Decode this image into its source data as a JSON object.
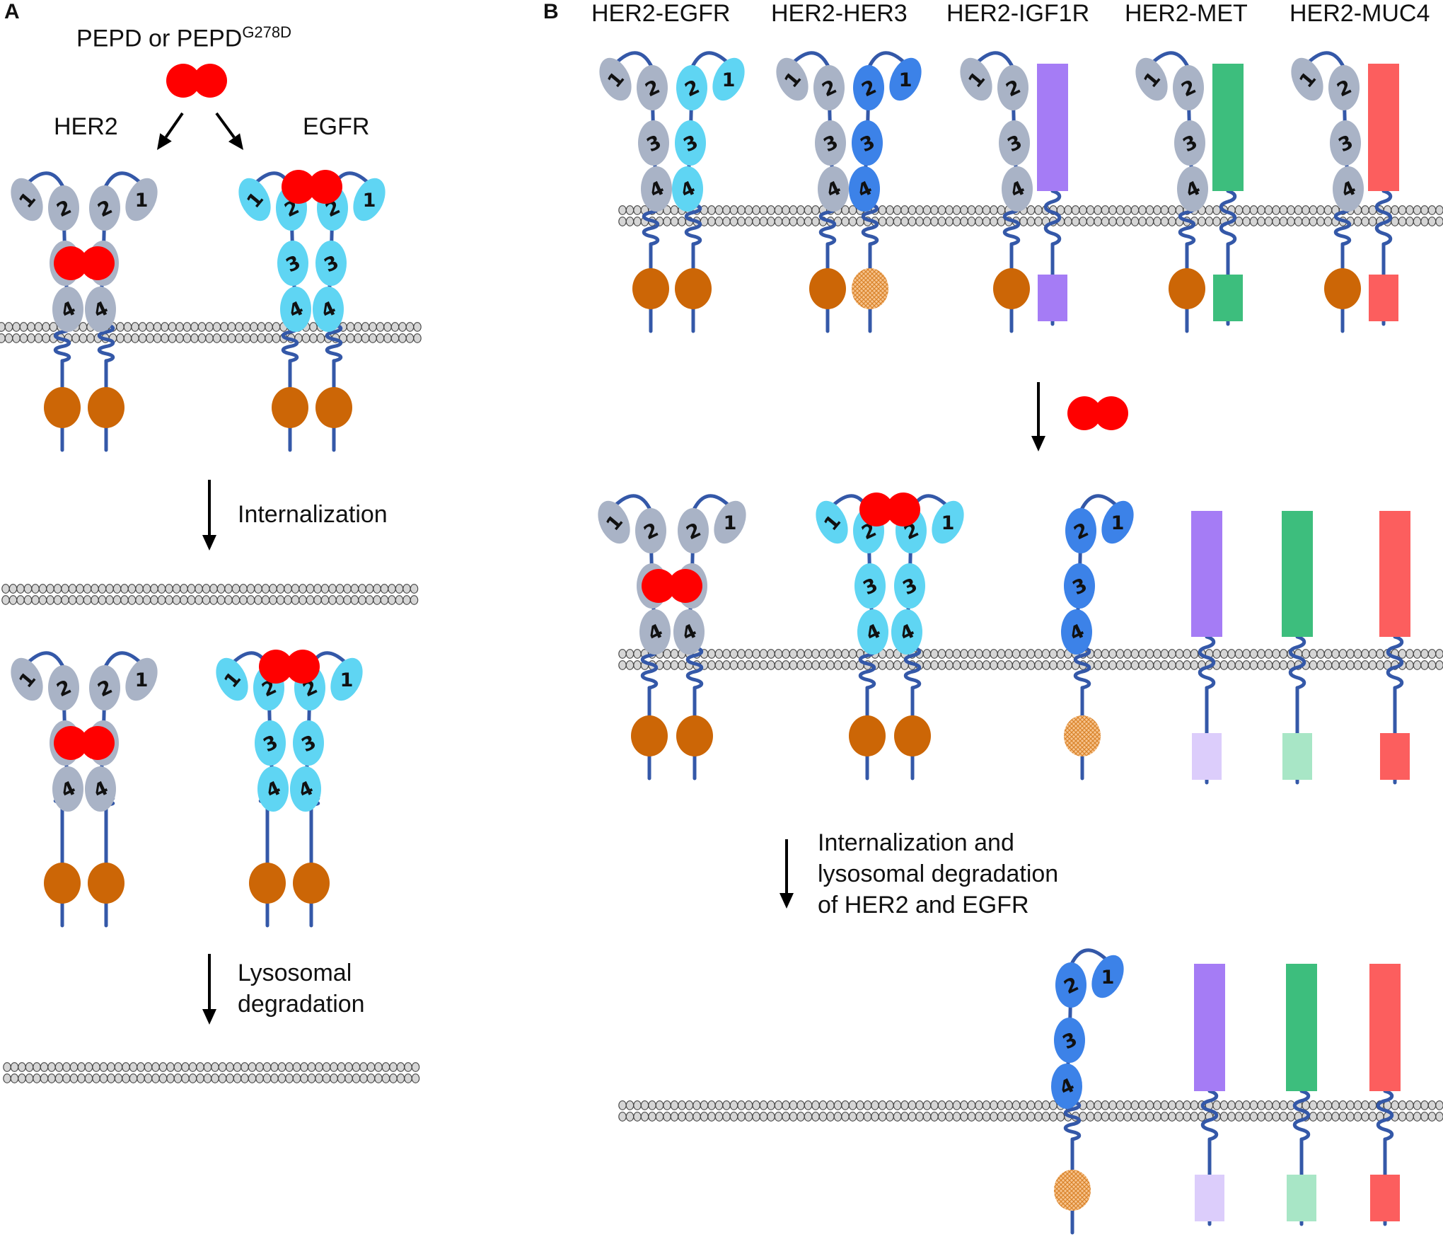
{
  "panel_a": {
    "letter": "A",
    "ligand_title": "PEPD or PEPD",
    "ligand_superscript": "G278D",
    "receptor_her2": "HER2",
    "receptor_egfr": "EGFR",
    "step_internalization": "Internalization",
    "step_lysosomal": [
      "Lysosomal",
      "degradation"
    ]
  },
  "panel_b": {
    "letter": "B",
    "pairs": [
      "HER2-EGFR",
      "HER2-HER3",
      "HER2-IGF1R",
      "HER2-MET",
      "HER2-MUC4"
    ],
    "step_lines": [
      "Internalization and",
      "lysosomal degradation",
      "of HER2 and EGFR"
    ]
  },
  "domain_labels": [
    "1",
    "2",
    "3",
    "4"
  ],
  "colors": {
    "her2_domain": "#a9b3c6",
    "egfr_domain": "#5fd5f3",
    "her3_domain": "#3c82e8",
    "kinase": "#cc6606",
    "kinase_inactive": "#f5c08e",
    "igf1r": "#a57cf5",
    "igf1r_light": "#dccdfb",
    "met": "#3dbe7d",
    "met_light": "#a8e6c6",
    "muc4": "#fc5e5e",
    "pepd": "#ff0000",
    "tether": "#3458a8",
    "membrane": "#d6d6d6"
  }
}
